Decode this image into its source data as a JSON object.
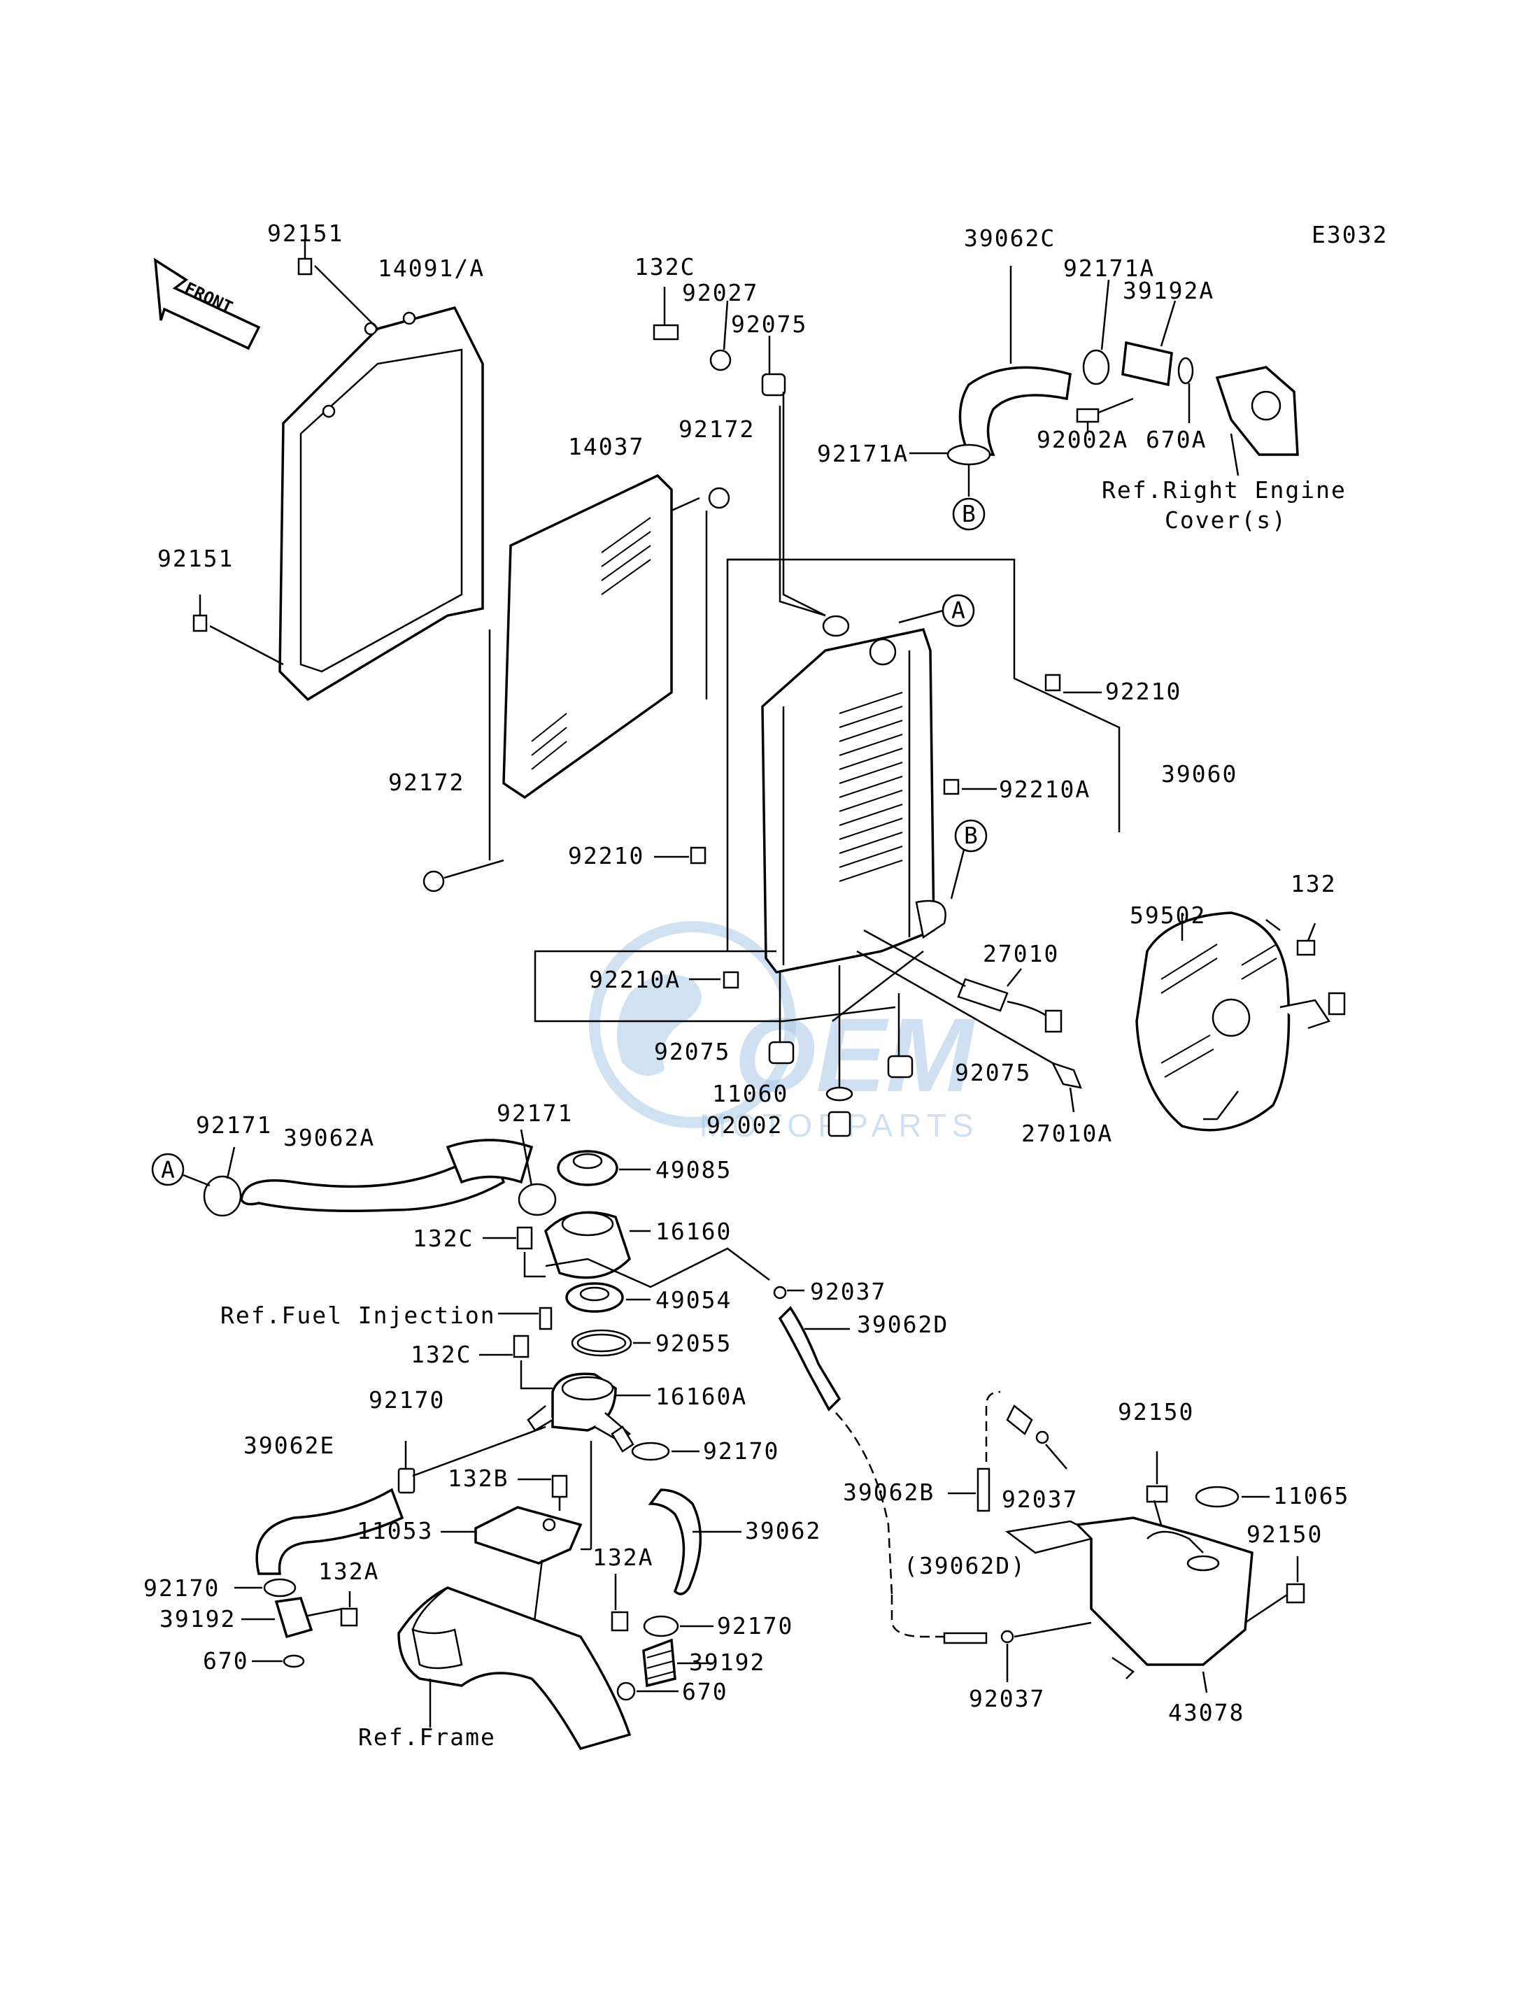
{
  "diagram_code": "E3032",
  "front_arrow_text": "FRONT",
  "watermark": {
    "brand": "OEM",
    "sub": "MOTORPARTS",
    "color": "#a9c8e8"
  },
  "callouts": {
    "A": "A",
    "B": "B"
  },
  "labels": {
    "p92151_top": "92151",
    "p14091A": "14091/A",
    "p132C_top": "132C",
    "p92027": "92027",
    "p92075_top": "92075",
    "p39062C": "39062C",
    "p92171A_top": "92171A",
    "p39192A": "39192A",
    "p92171A_left": "92171A",
    "p92002A": "92002A",
    "p670A": "670A",
    "ref_right_engine_1": "Ref.Right Engine",
    "ref_right_engine_2": "Cover(s)",
    "p14037": "14037",
    "p92172_top": "92172",
    "p92151_left": "92151",
    "p92210_right": "92210",
    "p39060": "39060",
    "p92210A_right": "92210A",
    "p92172_bottom": "92172",
    "p92210_left": "92210",
    "p132_right": "132",
    "p59502": "59502",
    "p27010": "27010",
    "p92210A_left": "92210A",
    "p92075_left": "92075",
    "p92075_right": "92075",
    "p11060": "11060",
    "p92002": "92002",
    "p27010A": "27010A",
    "p92171_left": "92171",
    "p39062A": "39062A",
    "p92171_mid": "92171",
    "p49085": "49085",
    "p132C_mid": "132C",
    "p16160": "16160",
    "p92037_top": "92037",
    "p49054": "49054",
    "ref_fuel_injection": "Ref.Fuel Injection",
    "p39062D": "39062D",
    "p132C_low": "132C",
    "p92055": "92055",
    "p16160A": "16160A",
    "p92170_top": "92170",
    "p92170_mid": "92170",
    "p39062E": "39062E",
    "p132B": "132B",
    "p92150_top": "92150",
    "p39062B": "39062B",
    "p11065": "11065",
    "p92037_mid": "92037",
    "p11053": "11053",
    "p39062": "39062",
    "p92150_right": "92150",
    "p132A_mid": "132A",
    "p132A_left": "132A",
    "p92170_left": "92170",
    "p39192_left": "39192",
    "p92170_low": "92170",
    "p39062D_paren": "(39062D)",
    "p39192_mid": "39192",
    "p670_left": "670",
    "p670_mid": "670",
    "p92037_low": "92037",
    "p43078": "43078",
    "ref_frame": "Ref.Frame"
  }
}
